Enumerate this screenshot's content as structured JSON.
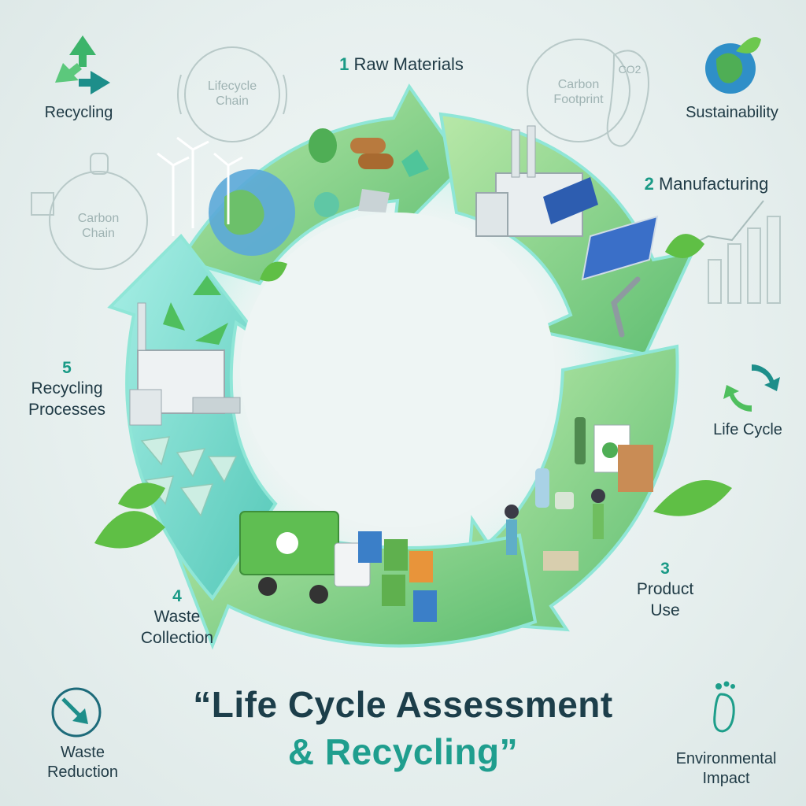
{
  "title": {
    "line1": "“Life Cycle Assessment",
    "line2": "& Recycling”"
  },
  "stages": [
    {
      "number": "1",
      "label": "Raw Materials"
    },
    {
      "number": "2",
      "label": "Manufacturing"
    },
    {
      "number": "3",
      "label_line1": "Product",
      "label_line2": "Use"
    },
    {
      "number": "4",
      "label_line1": "Waste",
      "label_line2": "Collection"
    },
    {
      "number": "5",
      "label_line1": "Recycling",
      "label_line2": "Processes"
    }
  ],
  "corners": {
    "top_left": "Recycling",
    "top_right": "Sustainability",
    "right_middle": "Life Cycle",
    "bottom_left_line1": "Waste",
    "bottom_left_line2": "Reduction",
    "bottom_right_line1": "Environmental",
    "bottom_right_line2": "Impact"
  },
  "background_sketches": {
    "lifecycle_chain_line1": "Lifecycle",
    "lifecycle_chain_line2": "Chain",
    "carbon_chain_line1": "Carbon",
    "carbon_chain_line2": "Chain",
    "carbon_footprint_line1": "Carbon",
    "carbon_footprint_line2": "Footprint",
    "co2": "CO2"
  },
  "colors": {
    "accent_teal": "#1f9e8e",
    "dark_navy": "#1c3e4a",
    "ring_green": "#8fd48a",
    "ring_teal": "#62d2c4"
  }
}
